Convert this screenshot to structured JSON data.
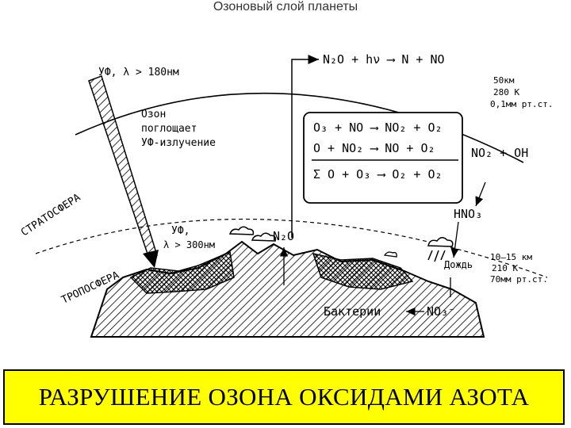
{
  "title": "Озоновый слой планеты",
  "banner": "РАЗРУШЕНИЕ ОЗОНА ОКСИДАМИ АЗОТА",
  "labels": {
    "uv_top": "УФ, λ > 180нм",
    "ozone_1": "Озон",
    "ozone_2": "поглощает",
    "ozone_3": "УФ-излучение",
    "stratosphere": "СТРАТОСФЕРА",
    "troposphere": "ТРОПОСФЕРА",
    "uv_bottom_1": "УФ,",
    "uv_bottom_2": "λ > 300нм",
    "top_params": [
      "50км",
      "280 К",
      "0,1мм рт.ст."
    ],
    "bottom_params": [
      "10–15 км",
      "210 К",
      "70мм рт.ст."
    ],
    "n2o_reaction": "N₂O + hν ⟶ N + NO",
    "n2o_ground": "N₂O",
    "no2_oh": "NO₂ + OH",
    "hno3": "HNO₃",
    "rain": "Дождь",
    "bacteria": "Бактерии",
    "no3": "NO₃⁻"
  },
  "reactions": [
    "O₃ + NO ⟶ NO₂ + O₂",
    "O + NO₂ ⟶ NO + O₂",
    "Σ  O + O₃ ⟶ O₂ + O₂"
  ]
}
